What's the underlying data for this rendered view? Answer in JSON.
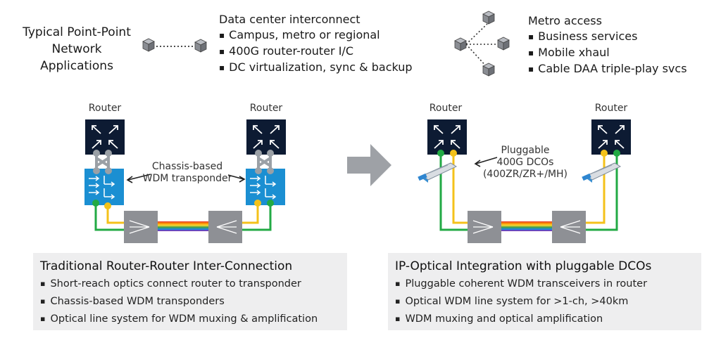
{
  "header": {
    "title_lines": [
      "Typical Point-Point",
      "Network",
      "Applications"
    ]
  },
  "dci": {
    "heading": "Data center interconnect",
    "items": [
      "Campus, metro or regional",
      "400G router-router I/C",
      "DC virtualization, sync & backup"
    ]
  },
  "metro": {
    "heading": "Metro access",
    "items": [
      "Business services",
      "Mobile xhaul",
      "Cable DAA triple-play svcs"
    ]
  },
  "left_diagram": {
    "router_label_a": "Router",
    "router_label_b": "Router",
    "transponder_annotation": [
      "Chassis-based",
      "WDM transponder"
    ]
  },
  "right_diagram": {
    "router_label_a": "Router",
    "router_label_b": "Router",
    "dco_annotation": [
      "Pluggable",
      "400G DCOs",
      "(400ZR/ZR+/MH)"
    ]
  },
  "left_panel": {
    "title": "Traditional Router-Router Inter-Connection",
    "items": [
      "Short-reach optics connect router to transponder",
      "Chassis-based WDM transponders",
      "Optical line system for WDM muxing & amplification"
    ]
  },
  "right_panel": {
    "title": "IP-Optical Integration with pluggable DCOs",
    "items": [
      "Pluggable coherent WDM transceivers in router",
      "Optical WDM line system for >1-ch, >40km",
      "WDM muxing and optical amplification"
    ]
  },
  "colors": {
    "router": "#0d1b33",
    "transponder": "#1b8fd2",
    "mux": "#8e9095",
    "green_fiber": "#22aa44",
    "yellow_fiber": "#f4c21a",
    "arrow": "#9ea1a6",
    "panel_bg": "#eeeeef"
  },
  "icons": [
    "cube-icon",
    "router-icon",
    "transponder-icon",
    "mux-icon",
    "pluggable-dco-icon",
    "right-arrow-icon"
  ]
}
